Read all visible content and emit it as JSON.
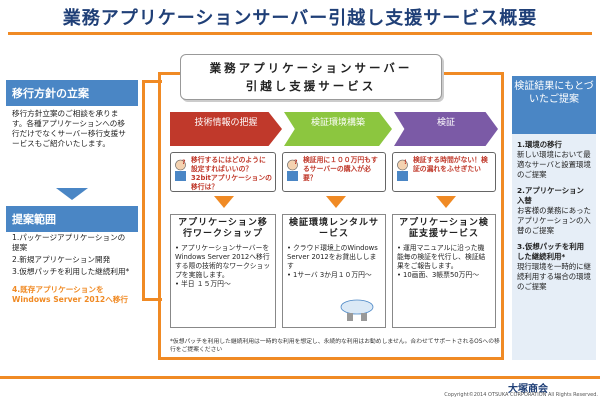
{
  "title": "業務アプリケーションサーバー引越し支援サービス概要",
  "left": {
    "policy_header": "移行方針の立案",
    "policy_text": "移行方針立案のご相談を承ります。各種アプリケーションへの移行だけでなくサーバー移行支援サービスもご紹介いたします。",
    "scope_header": "提案範囲",
    "scope_items": [
      "1.パッケージアプリケーションの提案",
      "2.新規アプリケーション開発",
      "3.仮想パッチを利用した継続利用*",
      "4.既存アプリケーションをWindows Server 2012へ移行"
    ]
  },
  "center": {
    "title_line1": "業務アプリケーションサーバー",
    "title_line2": "引越し支援サービス",
    "phases": [
      "技術情報の把握",
      "検証環境構築",
      "検証"
    ],
    "questions": [
      "移行するにはどのように設定すればいいの？32bitアプリケーションの移行は？",
      "検証用に１００万円もするサーバーの購入が必要？",
      "検証する時間がない！検証の漏れをふせぎたい"
    ],
    "services": [
      {
        "title": "アプリケーション移行ワークショップ",
        "items": [
          "アプリケーションサーバーをWindows Server 2012へ移行する際の技術的なワークショップを実施します。",
          "半日 １５万円～"
        ]
      },
      {
        "title": "検証環境レンタルサービス",
        "items": [
          "クラウド環境上のWindows Server 2012をお貸出しします",
          "1サーバ 3か月１０万円～"
        ]
      },
      {
        "title": "アプリケーション検証支援サービス",
        "items": [
          "運用マニュアルに沿った機能毎の検証を代行し、検証結果をご報告します。",
          "10画面、3帳票50万円～"
        ]
      }
    ],
    "note": "*仮想パッチを利用した継続利用は一時的な利用を想定し、永続的な利用はお勧めしません。合わせてサポートされるOSへの移行をご提案ください"
  },
  "right": {
    "header": "検証結果にもとづいたご提案",
    "items": [
      {
        "label": "1.環境の移行",
        "desc": "新しい環境において最適なサーバと設置環境のご提案"
      },
      {
        "label": "2.アプリケーション入替",
        "desc": "お客様の業務にあったアプリケーションの入替のご提案"
      },
      {
        "label": "3.仮想パッチを利用した継続利用*",
        "desc": "現行環境を一時的に継続利用する場合の環境のご提案"
      }
    ]
  },
  "footer": {
    "logo": "大塚商会",
    "copyright": "Copyright©2014 OTSUKA CORPORATION All Rights Reserved."
  },
  "colors": {
    "accent": "#f08a24",
    "blue": "#4a86c5",
    "phase1": "#c0392b",
    "phase2": "#8cc63f",
    "phase3": "#7b5aa6"
  }
}
